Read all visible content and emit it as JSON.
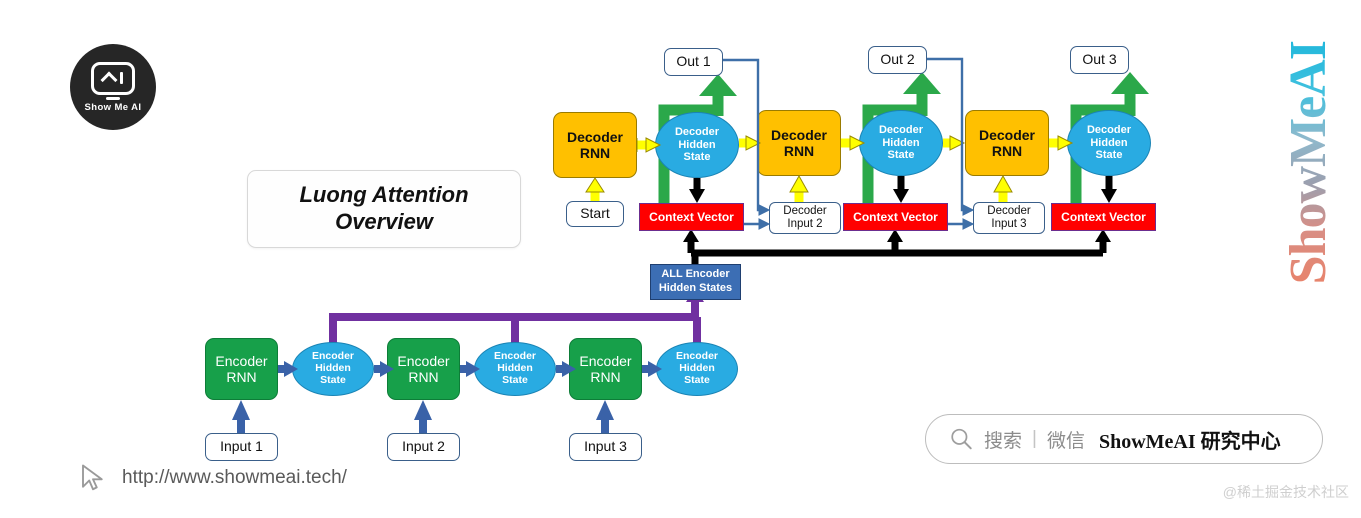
{
  "title": {
    "line1": "Luong Attention",
    "line2": "Overview"
  },
  "logo": {
    "text": "Show Me AI",
    "icon": "robot-face-icon"
  },
  "watermark": {
    "url": "http://www.showmeai.tech/",
    "cursor_icon": "cursor-arrow-icon"
  },
  "attribution": "@稀土掘金技术社区",
  "vertical_mark": "ShowMeAI",
  "search": {
    "icon": "search-icon",
    "term": "搜索",
    "separator": "|",
    "channel": "微信",
    "brand": "ShowMeAI 研究中心"
  },
  "decoder": {
    "steps": [
      {
        "rnn": "Decoder\nRNN",
        "hidden": "Decoder Hidden State",
        "context": "Context Vector",
        "out": "Out 1",
        "input": "Start"
      },
      {
        "rnn": "Decoder\nRNN",
        "hidden": "Decoder Hidden State",
        "context": "Context Vector",
        "out": "Out 2",
        "input": "Decoder Input 2"
      },
      {
        "rnn": "Decoder\nRNN",
        "hidden": "Decoder Hidden State",
        "context": "Context Vector",
        "out": "Out 3",
        "input": "Decoder Input 3"
      }
    ],
    "rnn_label_l1": "Decoder",
    "rnn_label_l2": "RNN",
    "hidden_l1": "Decoder",
    "hidden_l2": "Hidden",
    "hidden_l3": "State",
    "context_label": "Context Vector",
    "out_labels": [
      "Out 1",
      "Out 2",
      "Out 3"
    ],
    "start_label": "Start",
    "input_labels": [
      [
        "Decoder",
        "Input 2"
      ],
      [
        "Decoder",
        "Input 3"
      ]
    ]
  },
  "encoder": {
    "rnn_l1": "Encoder",
    "rnn_l2": "RNN",
    "hidden_l1": "Encoder",
    "hidden_l2": "Hidden",
    "hidden_l3": "State",
    "input_labels": [
      "Input 1",
      "Input 2",
      "Input 3"
    ]
  },
  "all_encoder_states": {
    "line1": "ALL Encoder",
    "line2": "Hidden States"
  },
  "colors": {
    "decoder_rnn": "#FFC000",
    "encoder_rnn": "#17A04A",
    "hidden_state": "#29ABE2",
    "context_vector": "#FF0000",
    "all_encoder_box": "#3C6EB4",
    "purple_bus": "#7030A0",
    "green_arrow": "#2BA84A",
    "yellow_arrow": "#FFFF00",
    "blue_arrow": "#3E6FA8",
    "black_arrow": "#000000"
  }
}
